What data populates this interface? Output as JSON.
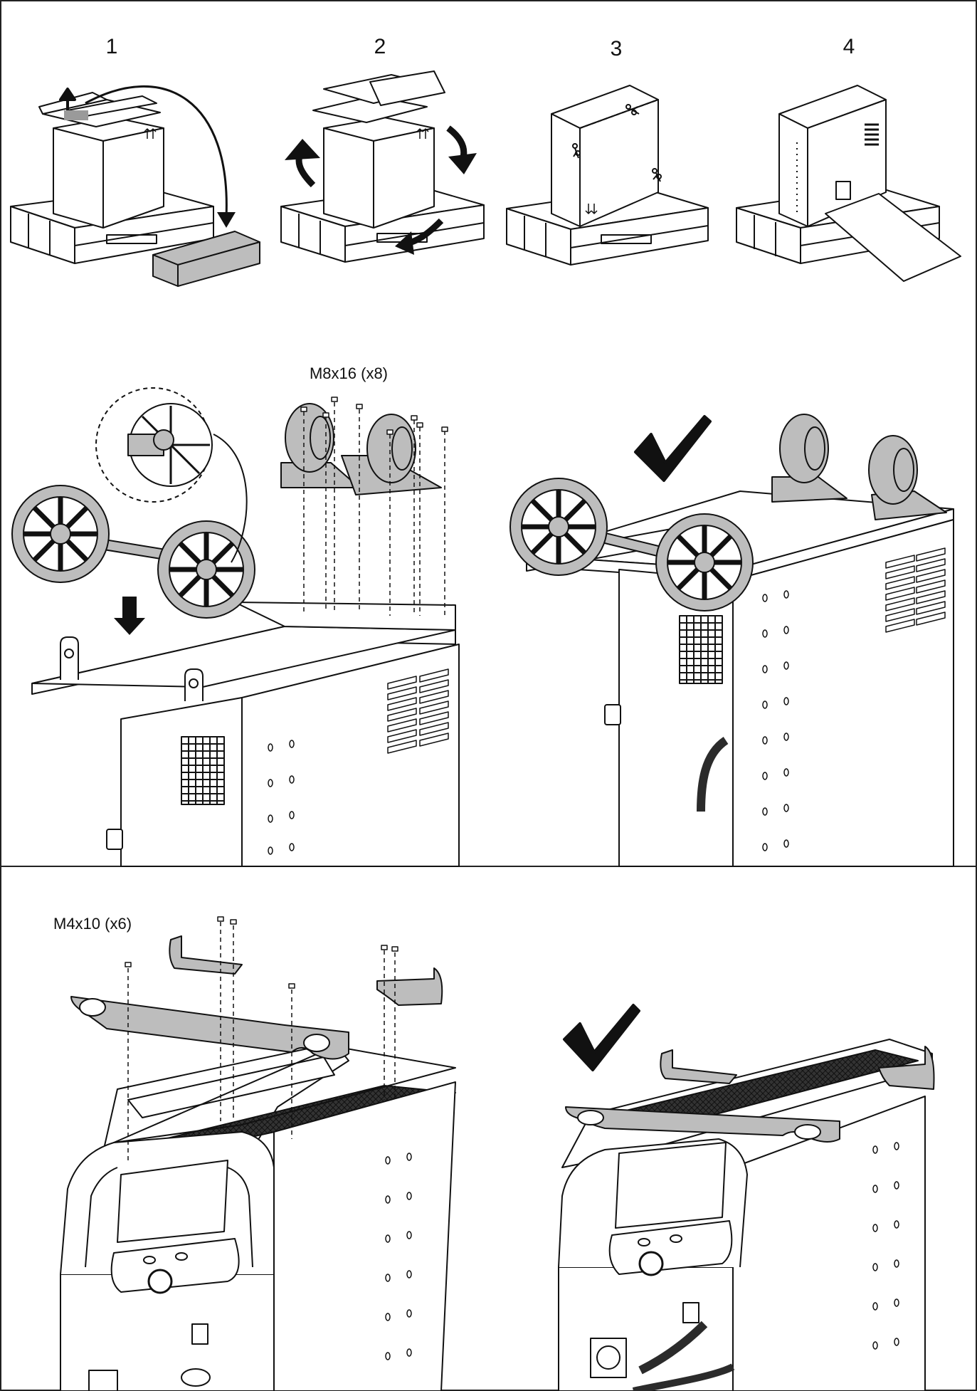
{
  "steps": {
    "step1": "1",
    "step2": "2",
    "step3": "3",
    "step4": "4"
  },
  "wheels_section": {
    "screw_spec": "M8x16 (x8)"
  },
  "handles_section": {
    "screw_spec": "M4x10 (x6)"
  },
  "icons": {
    "done": "checkmark-icon",
    "cut": "scissors-icon",
    "lower": "down-arrow-icon"
  },
  "colors": {
    "line": "#111111",
    "part_fill": "#bdbdbd",
    "dark_panel": "#2b2b2b"
  }
}
